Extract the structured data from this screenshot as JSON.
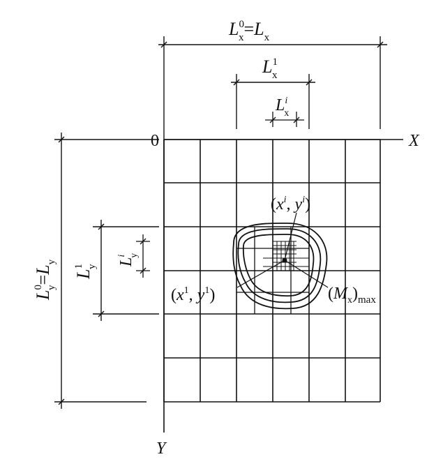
{
  "origin_label": "0",
  "x_axis_label": "X",
  "y_axis_label": "Y",
  "dim_x0": {
    "base1": "L",
    "sub1": "x",
    "sup1": "0",
    "eq": "=",
    "base2": "L",
    "sub2": "x"
  },
  "dim_x1": {
    "base": "L",
    "sub": "x",
    "sup": "1"
  },
  "dim_xi": {
    "base": "L",
    "sub": "x",
    "sup": "i"
  },
  "dim_y0": {
    "base1": "L",
    "sub1": "y",
    "sup1": "0",
    "eq": "=",
    "base2": "L",
    "sub2": "y"
  },
  "dim_y1": {
    "base": "L",
    "sub": "y",
    "sup": "1"
  },
  "dim_yi": {
    "base": "L",
    "sub": "y",
    "sup": "i"
  },
  "point_i": {
    "open": "(",
    "x": "x",
    "xsup": "i",
    "comma": ", ",
    "y": "y",
    "ysup": "i",
    "close": ")"
  },
  "point_1": {
    "open": "(",
    "x": "x",
    "xsup": "1",
    "comma": ", ",
    "y": "y",
    "ysup": "1",
    "close": ")"
  },
  "moment_label": {
    "open": "(",
    "M": "M",
    "sub": "x",
    "close": ")",
    "max": "max"
  }
}
